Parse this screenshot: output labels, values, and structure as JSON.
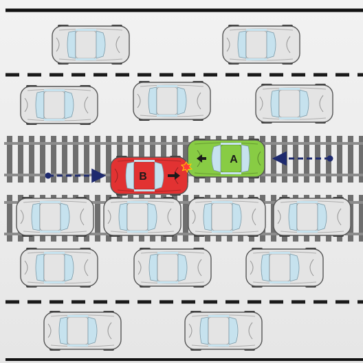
{
  "scene": {
    "road_color": "#ececec",
    "border_color": "#111111",
    "lane_marking_color": "#1a1a1a",
    "rail_color": "#8c8c8c",
    "tie_color": "#6e6e6e",
    "parked_car_color": "#e4e4e4",
    "window_color": "#c6e2ee"
  },
  "cars": {
    "a": {
      "label": "A",
      "color": "#88cc44",
      "direction": "left"
    },
    "b": {
      "label": "B",
      "color": "#e23232",
      "direction": "right"
    }
  },
  "motion_arrows": {
    "color": "#1e2a6e",
    "a": {
      "direction": "left"
    },
    "b": {
      "direction": "right"
    }
  },
  "collision": {
    "color": "#ff3a3a"
  }
}
